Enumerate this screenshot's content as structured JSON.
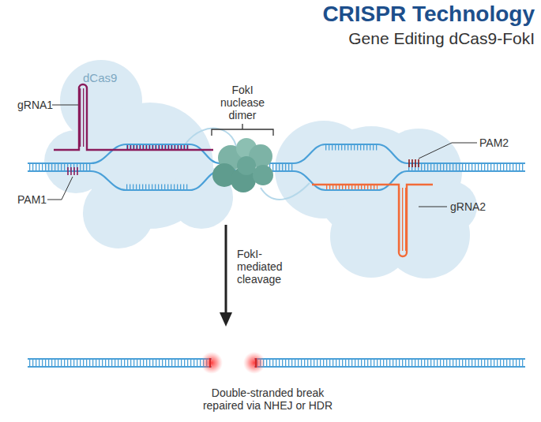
{
  "diagram": {
    "title": "CRISPR Technology",
    "nodes": [
      {
        "text": [
          "dCas9"
        ]
      }
    ],
    "labels": [
      "Gene Editing dCas9-FokI",
      "gRNA1",
      "FokI nuclease dimer",
      "PAM2",
      "PAM1",
      "gRNA2",
      "FokI-mediated cleavage",
      "Double-stranded break repaired via NHEJ or HDR"
    ]
  }
}
